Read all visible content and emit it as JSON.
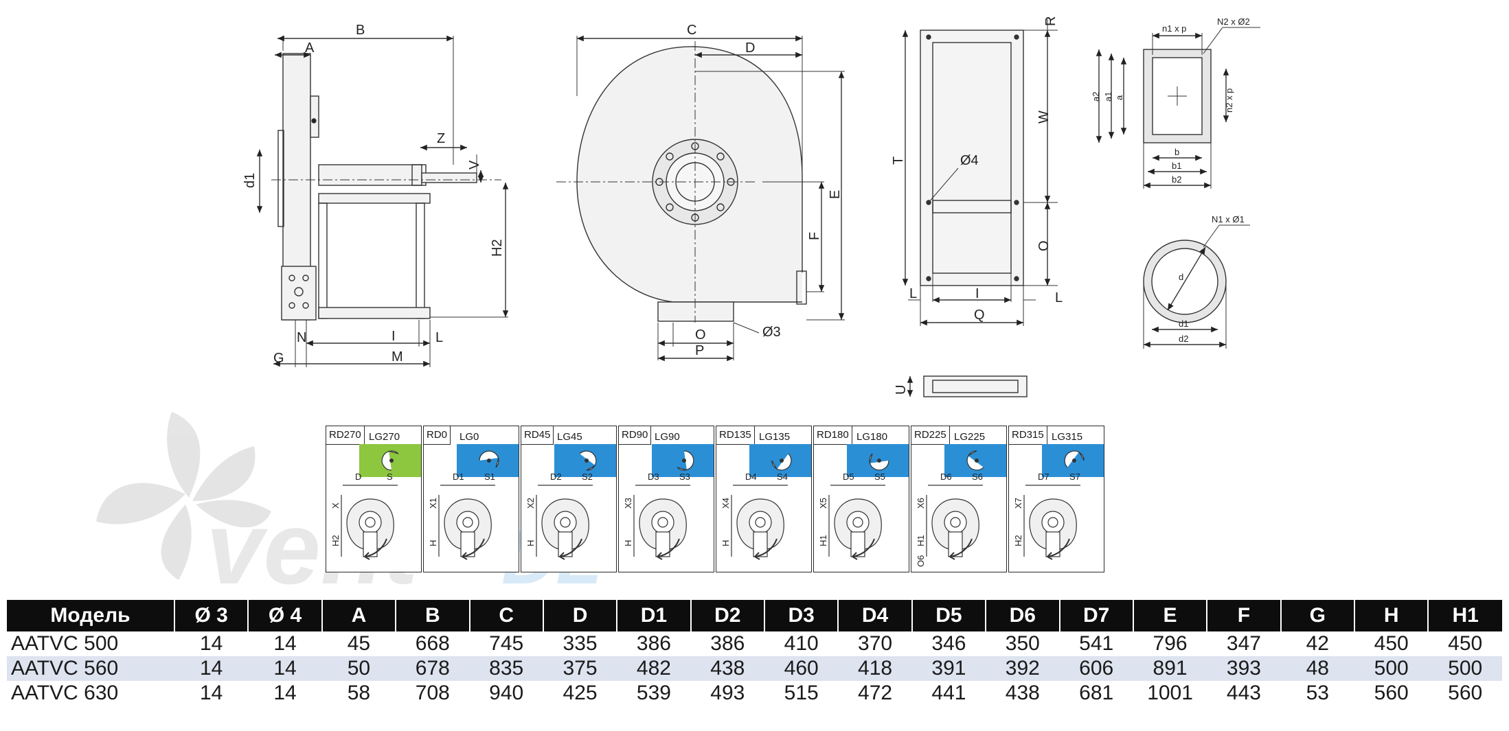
{
  "drawing_labels": {
    "side_view": {
      "A": "A",
      "B": "B",
      "Z": "Z",
      "V": "V",
      "d1": "d1",
      "H2": "H2",
      "G": "G",
      "N": "N",
      "I": "I",
      "L": "L",
      "M": "M"
    },
    "front_view": {
      "C": "C",
      "D": "D",
      "E": "E",
      "F": "F",
      "O": "O",
      "P": "P",
      "phi3": "Ø3"
    },
    "top_view": {
      "R": "R",
      "W": "W",
      "T": "T",
      "phi4": "Ø4",
      "O": "O",
      "L_left": "L",
      "I": "I",
      "L_right": "L",
      "Q": "Q",
      "U": "U"
    },
    "rect_flange": {
      "n1p": "n1 x p",
      "n2phi2": "N2 x Ø2",
      "a2": "a2",
      "a1": "a1",
      "a": "a",
      "n2p": "n2 x p",
      "b": "b",
      "b1": "b1",
      "b2": "b2"
    },
    "round_flange": {
      "n1phi1": "N1 x Ø1",
      "d": "d",
      "d1": "d1",
      "d2": "d2"
    }
  },
  "orientations": [
    {
      "rd": "RD270",
      "lg": "LG270",
      "color": "#8dc63f",
      "dim_top": [
        "D",
        "S"
      ],
      "dim_side": [
        "X",
        "H2"
      ]
    },
    {
      "rd": "RD0",
      "lg": "LG0",
      "color": "#2b8fd6",
      "dim_top": [
        "D1",
        "S1"
      ],
      "dim_side": [
        "X1",
        "H"
      ]
    },
    {
      "rd": "RD45",
      "lg": "LG45",
      "color": "#2b8fd6",
      "dim_top": [
        "D2",
        "S2"
      ],
      "dim_side": [
        "X2",
        "H"
      ]
    },
    {
      "rd": "RD90",
      "lg": "LG90",
      "color": "#2b8fd6",
      "dim_top": [
        "D3",
        "S3"
      ],
      "dim_side": [
        "X3",
        "H"
      ]
    },
    {
      "rd": "RD135",
      "lg": "LG135",
      "color": "#2b8fd6",
      "dim_top": [
        "D4",
        "S4"
      ],
      "dim_side": [
        "X4",
        "H"
      ]
    },
    {
      "rd": "RD180",
      "lg": "LG180",
      "color": "#2b8fd6",
      "dim_top": [
        "D5",
        "S5"
      ],
      "dim_side": [
        "X5",
        "H1"
      ]
    },
    {
      "rd": "RD225",
      "lg": "LG225",
      "color": "#2b8fd6",
      "dim_top": [
        "D6",
        "S6"
      ],
      "dim_side": [
        "X6",
        "H1",
        "O6"
      ]
    },
    {
      "rd": "RD315",
      "lg": "LG315",
      "color": "#2b8fd6",
      "dim_top": [
        "D7",
        "S7"
      ],
      "dim_side": [
        "X7",
        "H2"
      ]
    }
  ],
  "watermark_text": "vent",
  "watermark_suffix": "DL",
  "table": {
    "headers": [
      "Модель",
      "Ø 3",
      "Ø 4",
      "A",
      "B",
      "C",
      "D",
      "D1",
      "D2",
      "D3",
      "D4",
      "D5",
      "D6",
      "D7",
      "E",
      "F",
      "G",
      "H",
      "H1"
    ],
    "rows": [
      [
        "AATVC 500",
        "14",
        "14",
        "45",
        "668",
        "745",
        "335",
        "386",
        "386",
        "410",
        "370",
        "346",
        "350",
        "541",
        "796",
        "347",
        "42",
        "450",
        "450"
      ],
      [
        "AATVC 560",
        "14",
        "14",
        "50",
        "678",
        "835",
        "375",
        "482",
        "438",
        "460",
        "418",
        "391",
        "392",
        "606",
        "891",
        "393",
        "48",
        "500",
        "500"
      ],
      [
        "AATVC 630",
        "14",
        "14",
        "58",
        "708",
        "940",
        "425",
        "539",
        "493",
        "515",
        "472",
        "441",
        "438",
        "681",
        "1001",
        "443",
        "53",
        "560",
        "560"
      ]
    ]
  }
}
